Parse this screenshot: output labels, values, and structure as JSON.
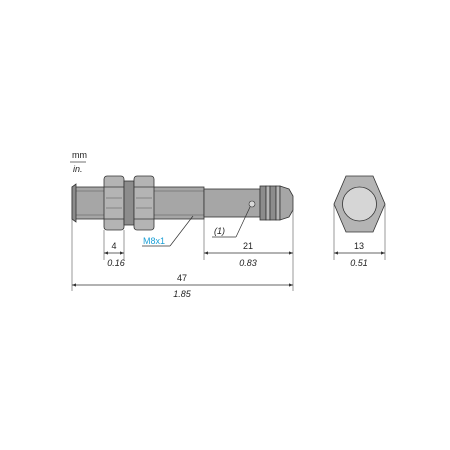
{
  "units": {
    "primary": "mm",
    "secondary": "in."
  },
  "callouts": {
    "thread": "M8x1",
    "note": "(1)"
  },
  "dimensions": {
    "nut_width": {
      "mm": "4",
      "in": "0.16"
    },
    "end_length": {
      "mm": "21",
      "in": "0.83"
    },
    "total_length": {
      "mm": "47",
      "in": "1.85"
    },
    "hex_across_flats": {
      "mm": "13",
      "in": "0.51"
    }
  },
  "colors": {
    "body": "#a6a6a6",
    "callout": "#1a9fd6",
    "line": "#333333"
  }
}
